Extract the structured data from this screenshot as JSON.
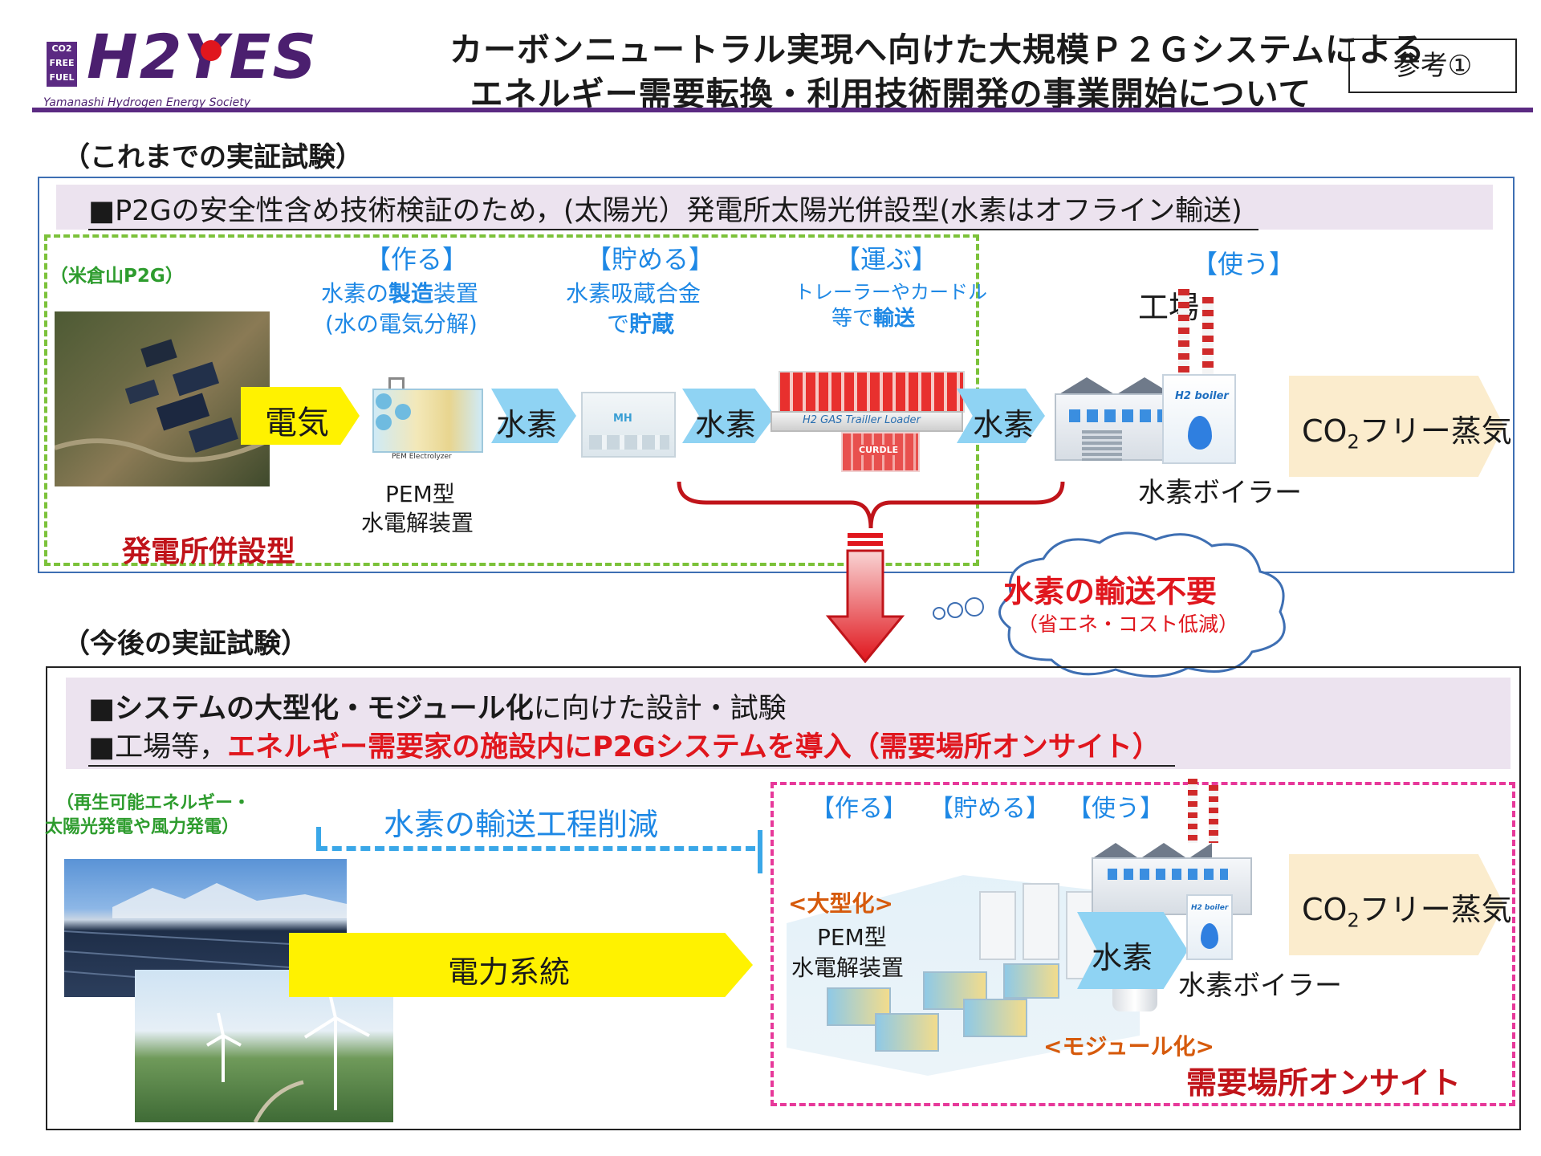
{
  "header": {
    "logo_text": "H2YES",
    "logo_sub": "Yamanashi Hydrogen Energy Society",
    "logo_badge": [
      "CO2",
      "FREE",
      "FUEL"
    ],
    "title_line1": "カーボンニュートラル実現へ向けた大規模Ｐ２Ｇシステムによる",
    "title_line2": "エネルギー需要転換・利用技術開発の事業開始について",
    "ref_label": "参考①"
  },
  "top": {
    "heading": "（これまでの実証試験）",
    "banner": "■P2Gの安全性含め技術検証のため，(太陽光）発電所太陽光併設型(水素はオフライン輸送)",
    "site_label": "（米倉山P2G）",
    "steps": {
      "make": {
        "tag": "【作る】",
        "line1_pre": "水素の",
        "line1_bold": "製造",
        "line1_post": "装置",
        "line2": "(水の電気分解)"
      },
      "store": {
        "tag": "【貯める】",
        "line1": "水素吸蔵合金",
        "line2_pre": "で",
        "line2_bold": "貯蔵"
      },
      "carry": {
        "tag": "【運ぶ】",
        "line1": "トレーラーやカードル",
        "line2_pre": "等で",
        "line2_bold": "輸送"
      },
      "use": {
        "tag": "【使う】"
      }
    },
    "arrows": {
      "electricity": "電気",
      "h2_1": "水素",
      "h2_2": "水素",
      "h2_3": "水素"
    },
    "device_labels": {
      "pem_line1": "PEM型",
      "pem_line2": "水電解装置",
      "pem_product": "PEM Electrolyzer",
      "mh": "MH",
      "trailer": "H2 GAS Trailler Loader",
      "curdle": "CURDLE",
      "boiler_tag": "H2 boiler"
    },
    "factory_label": "工場",
    "boiler_label": "水素ボイラー",
    "co2_free": {
      "pre": "CO",
      "sub": "2",
      "post": "フリー蒸気"
    },
    "colocated": "発電所併設型"
  },
  "cloud": {
    "main": "水素の輸送不要",
    "sub": "（省エネ・コスト低減）"
  },
  "bottom": {
    "heading": "（今後の実証試験）",
    "banner1_bold": "■システムの大型化・モジュール化",
    "banner1_rest": "に向けた設計・試験",
    "banner2_pre": "■工場等，",
    "banner2_red": "エネルギー需要家の施設内にP2Gシステムを導入（需要場所オンサイト）",
    "renewables_line1": "（再生可能エネルギー・",
    "renewables_line2": "太陽光発電や風力発電）",
    "transport_cut": "水素の輸送工程削減",
    "grid": "電力系統",
    "tags": {
      "make": "【作る】",
      "store": "【貯める】",
      "use": "【使う】"
    },
    "scale_up": "<大型化>",
    "modular": "<モジュール化>",
    "pem_line1": "PEM型",
    "pem_line2": "水電解装置",
    "h2_arrow": "水素",
    "boiler_label": "水素ボイラー",
    "boiler_tag": "H2 boiler",
    "co2_free": {
      "pre": "CO",
      "sub": "2",
      "post": "フリー蒸気"
    },
    "onsite": "需要場所オンサイト"
  },
  "colors": {
    "purple_rule": "#5b2a82",
    "blue_text": "#1e88e5",
    "green_label": "#2e9c2e",
    "red_text": "#e0161d",
    "yellow_arrow": "#fff200",
    "light_blue_arrow": "#8fd3f3",
    "cream_arrow": "#fbeccd",
    "band": "#ece3ef"
  }
}
